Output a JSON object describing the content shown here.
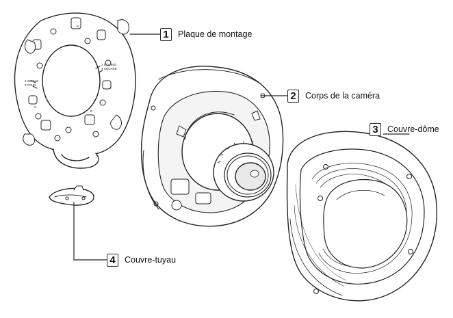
{
  "callouts": [
    {
      "number": "1",
      "label": "Plaque de montage"
    },
    {
      "number": "2",
      "label": "Corps de la caméra"
    },
    {
      "number": "3",
      "label": "Couvre-dôme"
    },
    {
      "number": "4",
      "label": "Couvre-tuyau"
    }
  ],
  "plate_markings": [
    "2 SINGLE",
    "2 DOUBLE",
    "3 FOUR",
    "4 SQUARE",
    "A",
    "B",
    "C",
    "D"
  ],
  "colors": {
    "line": "#222222",
    "fill": "#ffffff",
    "shade": "#e9e9e9"
  }
}
